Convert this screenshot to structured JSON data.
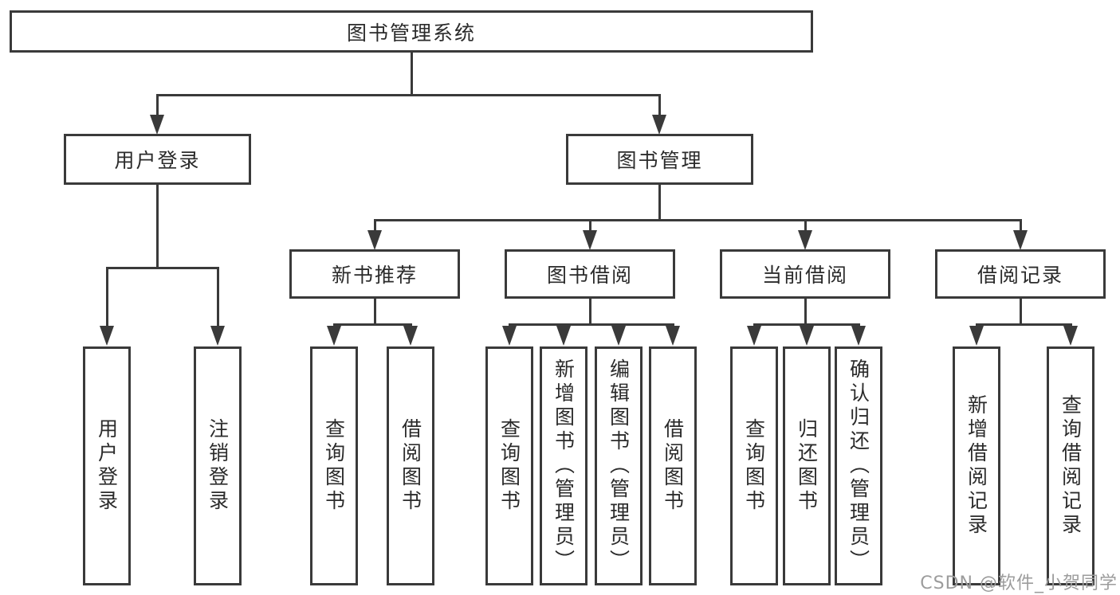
{
  "diagram": {
    "root": {
      "label": "图书管理系统"
    },
    "level2": [
      {
        "label": "用户登录"
      },
      {
        "label": "图书管理"
      }
    ],
    "level3": [
      {
        "label": "新书推荐"
      },
      {
        "label": "图书借阅"
      },
      {
        "label": "当前借阅"
      },
      {
        "label": "借阅记录"
      }
    ],
    "leaves": {
      "user_login": [
        "用户登录",
        "注销登录"
      ],
      "new_book": [
        "查询图书",
        "借阅图书"
      ],
      "book_borrow": [
        "查询图书",
        "新增图书（管理员）",
        "编辑图书（管理员）",
        "借阅图书"
      ],
      "current_borrow": [
        "查询图书",
        "归还图书",
        "确认归还（管理员）"
      ],
      "borrow_records": [
        "新增借阅记录",
        "查询借阅记录"
      ]
    }
  },
  "watermark": "CSDN @软件_小贺同学",
  "colors": {
    "line": "#3a3a3a",
    "text": "#2b2b2b",
    "watermark": "#9c9c9c",
    "background": "#ffffff"
  }
}
